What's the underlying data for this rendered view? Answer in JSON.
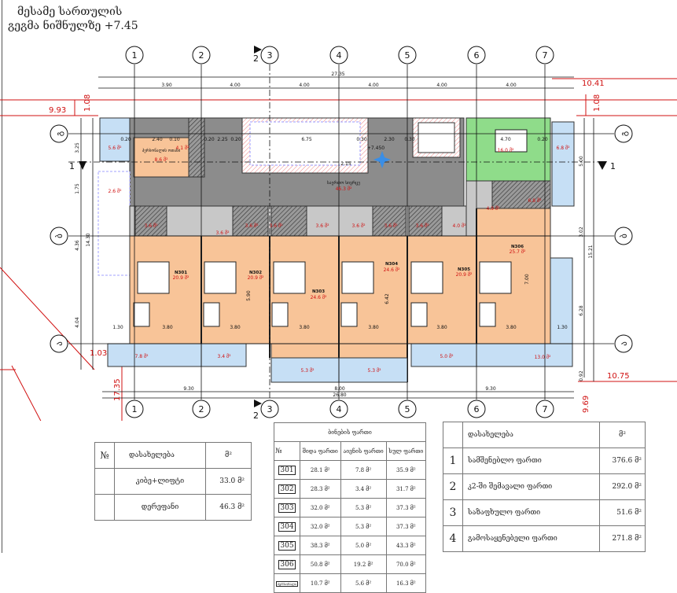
{
  "title": {
    "line1": "მესამე სართულის",
    "line2": "გეგმა ნიშნულზე +7.45"
  },
  "grid": {
    "columns": [
      "1",
      "2",
      "3",
      "4",
      "5",
      "6",
      "7"
    ],
    "rows": [
      "გ",
      "ბ",
      "ა"
    ],
    "section_mark": "1",
    "section_mark_2": "2"
  },
  "dims": {
    "overall_top": "27.35",
    "top_spans": [
      "3.90",
      "4.00",
      "4.00",
      "4.00",
      "4.00",
      "4.00"
    ],
    "bottom_spans": [
      "9.30",
      "8.00",
      "9.30"
    ],
    "overall_bottom": "26.80",
    "left": [
      "3.25",
      "1.75",
      "14.30",
      "4.36",
      "4.04"
    ],
    "right": [
      "5.00",
      "3.02",
      "15.21",
      "6.28",
      "0.92"
    ],
    "interior": [
      "0.20",
      "2.40",
      "0.10",
      "0.20",
      "2.25",
      "0.20",
      "6.75",
      "0.30",
      "2.30",
      "0.30",
      "2.15",
      "4.70",
      "0.20",
      "3.80",
      "1.30",
      "5.90",
      "6.42",
      "7.00"
    ],
    "level": "+7.450",
    "red": {
      "r1": "10.41",
      "r2": "1.08",
      "l1": "9.93",
      "l2": "1.08",
      "r3": "10.75",
      "l3": "1.03",
      "l4": "17.35",
      "r4": "9.69"
    }
  },
  "rooms": {
    "staff_room": "პერსონალის ოთახი",
    "corridor_name": "საერთო სივრცე",
    "corridor_area": "46.3 მ²",
    "areas": {
      "balcony_tl": "5.6 მ²",
      "stair_l": "2.6 მ²",
      "staff": "8.6 მ²",
      "wc_staff": "4.1 მ²",
      "green": "16.0 მ²",
      "balcony_tr": "6.8 მ²",
      "hall_306": "4.9 მ²",
      "bath_306": "6.8 მ²",
      "bath1": "3.6 მ²",
      "bath2": "3.6 მ²",
      "bath3": "3.6 მ²",
      "bath4": "3.6 მ²",
      "bath5": "3.6 მ²",
      "bath6": "3.6 მ²",
      "bath7": "3.6 მ²",
      "bath8": "3.6 მ²",
      "bath9": "4.0 მ²",
      "b301": "7.8 მ²",
      "b302": "3.4 მ²",
      "b303": "5.3 მ²",
      "b304": "5.3 მ²",
      "b305": "5.0 მ²",
      "b306": "13.0 მ²"
    },
    "units": [
      {
        "name": "N301",
        "area": "20.9 მ²"
      },
      {
        "name": "N302",
        "area": "20.9 მ²"
      },
      {
        "name": "N303",
        "area": "24.6 მ²"
      },
      {
        "name": "N304",
        "area": "24.6 მ²"
      },
      {
        "name": "N305",
        "area": "20.9 მ²"
      },
      {
        "name": "N306",
        "area": "25.7 მ²"
      }
    ]
  },
  "table_common": {
    "headers": [
      "№",
      "დასახელება",
      "მ²"
    ],
    "rows": [
      {
        "name": "კიბე+ლიფტი",
        "value": "33.0 მ²"
      },
      {
        "name": "დერეფანი",
        "value": "46.3 მ²"
      }
    ]
  },
  "table_units": {
    "title": "ბინების ფართი",
    "headers": [
      "№",
      "შიდა ფართი",
      "აივნის ფართი",
      "სულ ფართი"
    ],
    "rows": [
      {
        "no": "301",
        "inner": "28.1 მ²",
        "balcony": "7.8 მ²",
        "total": "35.9 მ²"
      },
      {
        "no": "302",
        "inner": "28.3 მ²",
        "balcony": "3.4 მ²",
        "total": "31.7 მ²"
      },
      {
        "no": "303",
        "inner": "32.0 მ²",
        "balcony": "5.3 მ²",
        "total": "37.3 მ²"
      },
      {
        "no": "304",
        "inner": "32.0 მ²",
        "balcony": "5.3 მ²",
        "total": "37.3 მ²"
      },
      {
        "no": "305",
        "inner": "38.3 მ²",
        "balcony": "5.0 მ²",
        "total": "43.3 მ²"
      },
      {
        "no": "306",
        "inner": "50.8 მ²",
        "balcony": "19.2 მ²",
        "total": "70.0 მ²"
      },
      {
        "no": "პერსონალი",
        "inner": "10.7 მ²",
        "balcony": "5.6 მ²",
        "total": "16.3 მ²"
      }
    ]
  },
  "table_summary": {
    "headers": [
      "",
      "დასახელება",
      "მ²"
    ],
    "rows": [
      {
        "no": "1",
        "name": "სამშენებლო ფართი",
        "value": "376.6 მ²"
      },
      {
        "no": "2",
        "name": "კ2-ში შემავალი ფართი",
        "value": "292.0 მ²"
      },
      {
        "no": "3",
        "name": "საზაფხულო ფართი",
        "value": "51.6 მ²"
      },
      {
        "no": "4",
        "name": "გამოსაყენებელი ფართი",
        "value": "271.8 მ²"
      }
    ]
  },
  "colors": {
    "unit": "#f8c498",
    "corridor": "#8c8c8c",
    "balcony": "#c6dff5",
    "green": "#8fdc8a",
    "red": "#d01010",
    "bath": "#b9b9b9"
  }
}
